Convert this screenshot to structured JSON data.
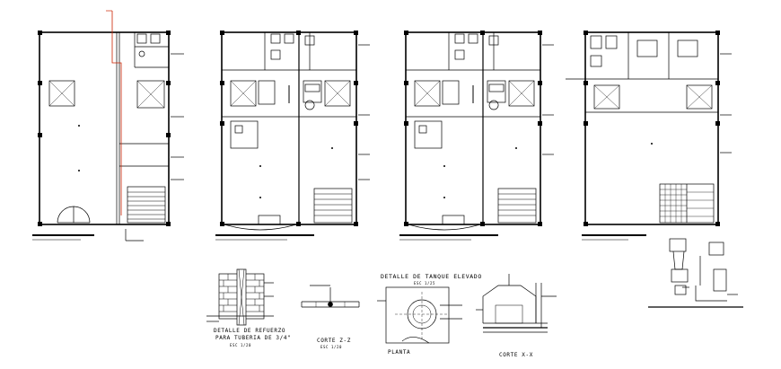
{
  "colors": {
    "ink": "#000000",
    "accent": "#cc2200",
    "background": "#ffffff"
  },
  "detail_refuerzo": {
    "title_line1": "DETALLE DE REFUERZO",
    "title_line2": "PARA TUBERIA DE 3/4\"",
    "scale": "ESC 1/20"
  },
  "corte_zz": {
    "title": "CORTE Z-Z",
    "scale": "ESC 1/20"
  },
  "tanque": {
    "title": "DETALLE DE TANQUE ELEVADO",
    "scale": "ESC 1/25",
    "planta_label": "PLANTA",
    "corte_label": "CORTE X-X"
  }
}
